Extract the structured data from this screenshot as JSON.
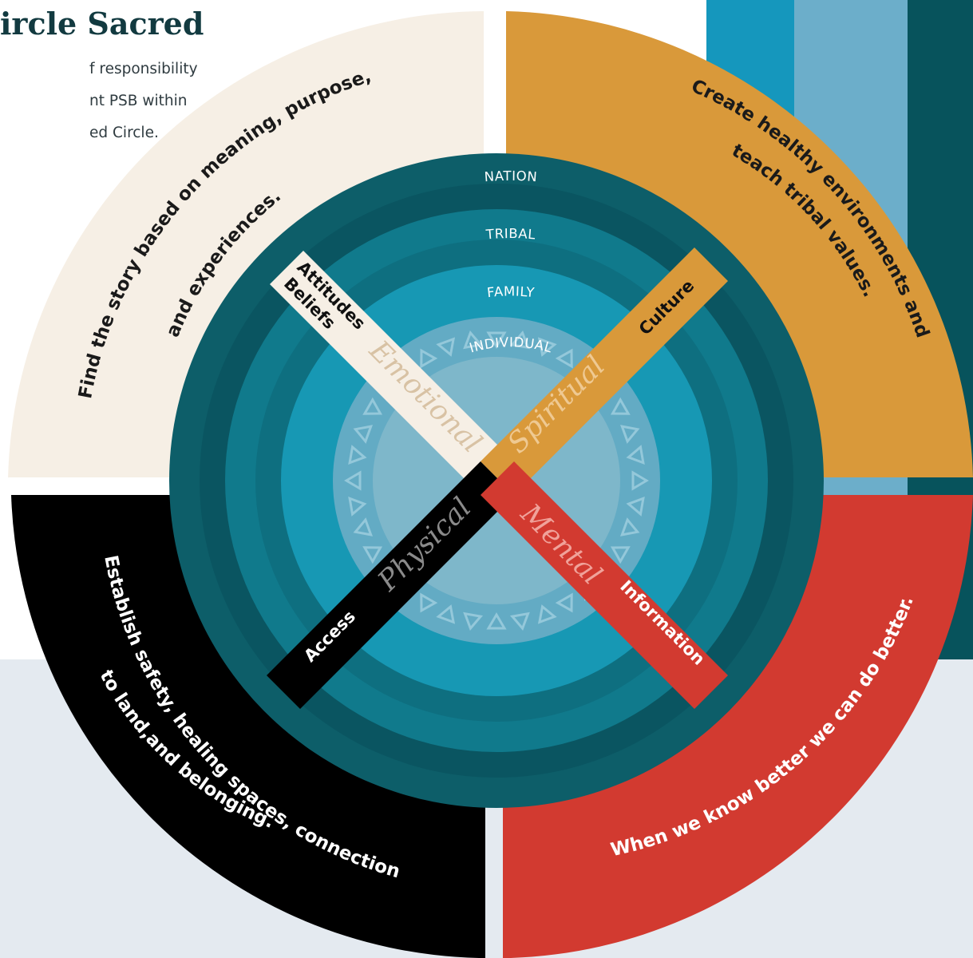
{
  "header": {
    "title": "ircle Sacred",
    "intro_lines": [
      "f responsibility",
      "nt PSB within",
      "ed Circle."
    ]
  },
  "quadrants": {
    "emotional": {
      "color": "#f6efe5",
      "line1": "Find the story based on meaning, purpose,",
      "line2": "and experiences."
    },
    "spiritual": {
      "color": "#d9993a",
      "line1": "Create healthy environments and",
      "line2": "teach tribal values."
    },
    "physical": {
      "color": "#000000",
      "line1": "Establish safety, healing spaces, connection",
      "line2": "to land,and belonging."
    },
    "mental": {
      "color": "#d23a30",
      "line1": "When we know better we can do better."
    }
  },
  "rings": {
    "nation": "NATION",
    "tribal": "TRIBAL",
    "family": "FAMILY",
    "individual": "INDIVIDUAL"
  },
  "bars": {
    "emotional_a": "Attitudes",
    "emotional_b": "Beliefs",
    "spiritual": "Culture",
    "physical": "Access",
    "mental": "Information"
  },
  "domains": {
    "emotional": "Emotional",
    "spiritual": "Spiritual",
    "physical": "Physical",
    "mental": "Mental"
  },
  "colors": {
    "ring_nation": "#0d5e69",
    "ring_tribal": "#107a8c",
    "ring_family": "#1798b4",
    "ring_individual": "#63abc4",
    "ring_center": "#7eb7ca",
    "backdrop_dark": "#07535c",
    "backdrop_mid": "#6caeca",
    "backdrop_blue": "#1597bd",
    "backdrop_bottom": "#e4eaf0"
  }
}
